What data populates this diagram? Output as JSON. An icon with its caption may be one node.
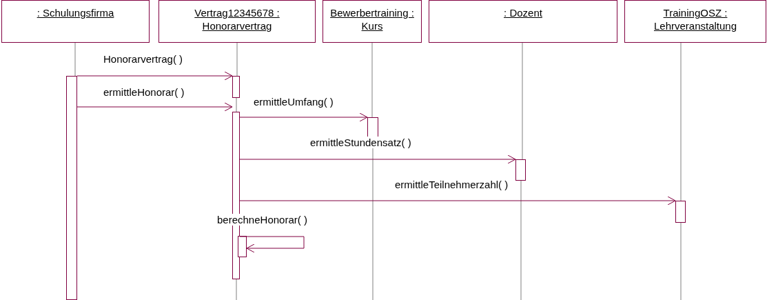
{
  "diagram": {
    "nodes": [
      {
        "text": [
          ": Schulungsfirma"
        ]
      },
      {
        "text": [
          "Vertrag12345678 : Honorarvertrag"
        ]
      },
      {
        "text": [
          "Bewerbertraining : Kurs"
        ]
      },
      {
        "text": [
          ": Dozent"
        ]
      },
      {
        "text": [
          "TrainingOSZ : Lehrveranstaltung"
        ]
      },
      {
        "text": [],
        "shape": "bar"
      },
      {
        "text": [],
        "shape": "bar"
      },
      {
        "text": [],
        "shape": "bar"
      },
      {
        "text": [],
        "shape": "bar"
      },
      {
        "text": [],
        "shape": "bar"
      },
      {
        "text": [],
        "shape": "bar"
      },
      {
        "text": [],
        "shape": "bar"
      }
    ],
    "edges": [
      {
        "from": 5,
        "to": 6,
        "arrow": "to",
        "label": "Honorarvertrag( )",
        "color": "#800040"
      },
      {
        "from": 5,
        "to": 7,
        "arrow": "to",
        "label": "ermittleHonorar( )",
        "color": "#800040"
      },
      {
        "from": 7,
        "to": 8,
        "arrow": "to",
        "label": "ermittleUmfang( )",
        "color": "#800040"
      },
      {
        "from": 7,
        "to": 9,
        "arrow": "to",
        "label": "ermittleStundensatz( )",
        "color": "#800040"
      },
      {
        "from": 7,
        "to": 10,
        "arrow": "to",
        "label": "ermittleTeilnehmerzahl( )",
        "color": "#800040"
      },
      {
        "from": 7,
        "to": 11,
        "arrow": "to",
        "label": "berechneHonorar( )",
        "color": "#800040"
      },
      {
        "from": 0,
        "to": 5,
        "arrow": "none"
      },
      {
        "from": 1,
        "to": 6,
        "arrow": "none"
      },
      {
        "from": 6,
        "to": 7,
        "arrow": "none"
      },
      {
        "from": 7,
        "to": null,
        "arrow": "none"
      },
      {
        "from": 2,
        "to": 8,
        "arrow": "none"
      },
      {
        "from": 8,
        "to": null,
        "arrow": "none"
      },
      {
        "from": 3,
        "to": 9,
        "arrow": "none"
      },
      {
        "from": 9,
        "to": null,
        "arrow": "none"
      },
      {
        "from": 4,
        "to": 10,
        "arrow": "none"
      },
      {
        "from": 10,
        "to": null,
        "arrow": "none"
      }
    ]
  }
}
